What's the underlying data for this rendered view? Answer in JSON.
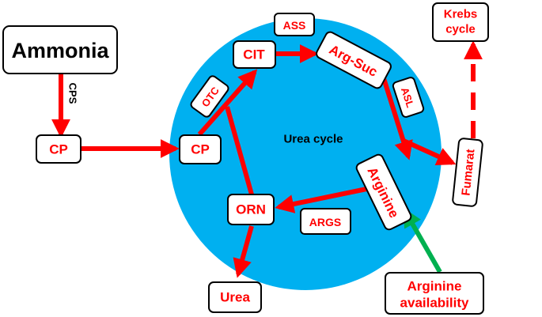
{
  "colors": {
    "circle": "#00B0F0",
    "arrow_red": "#FF0000",
    "arrow_green": "#00B050",
    "text_red": "#FF0000",
    "text_black": "#000000",
    "box_stroke": "#000000"
  },
  "nodes": {
    "ammonia": "Ammonia",
    "cp_outer": "CP",
    "cp_inner": "CP",
    "cit": "CIT",
    "arg_suc": "Arg-Suc",
    "arginine": "Arginine",
    "orn": "ORN",
    "fumarat": "Fumarat",
    "krebs_line1": "Krebs",
    "krebs_line2": "cycle",
    "urea": "Urea",
    "availability_line1": "Arginine",
    "availability_line2": "availability"
  },
  "enzymes": {
    "cps": "CPS",
    "otc": "OTC",
    "ass": "ASS",
    "asl": "ASL",
    "args": "ARGS"
  },
  "center_label": "Urea cycle"
}
